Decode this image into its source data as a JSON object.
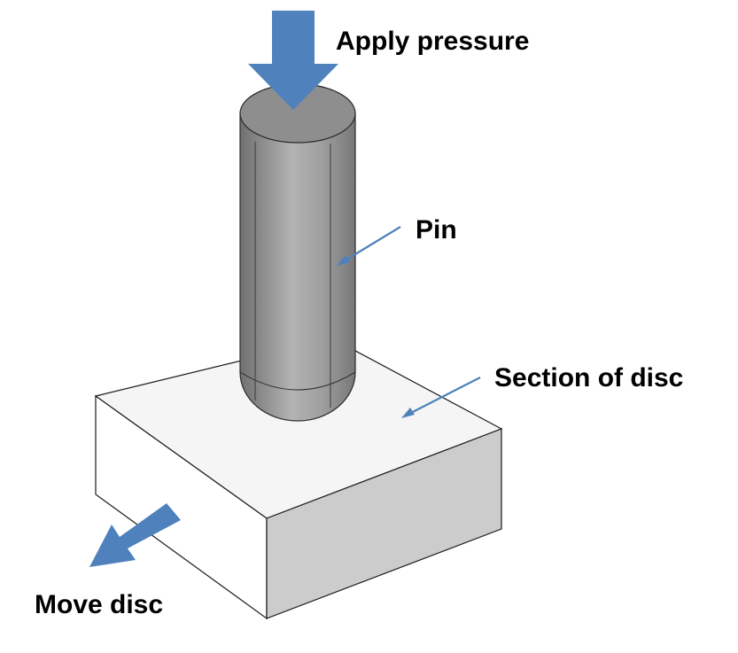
{
  "labels": {
    "apply_pressure": "Apply pressure",
    "pin": "Pin",
    "section_of_disc": "Section of disc",
    "move_disc": "Move disc"
  },
  "colors": {
    "arrow_fill": "#4f81bd",
    "pointer_line": "#4f81bd",
    "disc_top": "#f5f5f5",
    "disc_front_left": "#ffffff",
    "disc_front_right": "#cccccc",
    "pin_body": "#9a9a9a",
    "pin_top": "#8e8e8e"
  },
  "icons": {
    "pressure_arrow": "arrow-down-icon",
    "move_arrow": "arrow-down-left-icon"
  }
}
